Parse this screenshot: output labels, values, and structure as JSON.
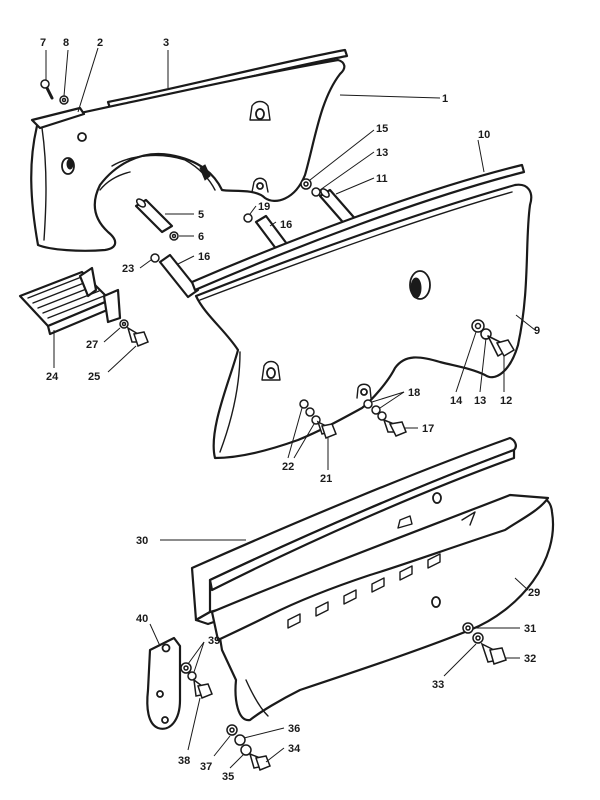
{
  "callouts": [
    {
      "id": "c1",
      "text": "1"
    },
    {
      "id": "c2",
      "text": "2"
    },
    {
      "id": "c3",
      "text": "3"
    },
    {
      "id": "c5",
      "text": "5"
    },
    {
      "id": "c6",
      "text": "6"
    },
    {
      "id": "c7",
      "text": "7"
    },
    {
      "id": "c8",
      "text": "8"
    },
    {
      "id": "c9",
      "text": "9"
    },
    {
      "id": "c10",
      "text": "10"
    },
    {
      "id": "c11",
      "text": "11"
    },
    {
      "id": "c12",
      "text": "12"
    },
    {
      "id": "c13a",
      "text": "13"
    },
    {
      "id": "c13b",
      "text": "13"
    },
    {
      "id": "c14",
      "text": "14"
    },
    {
      "id": "c15",
      "text": "15"
    },
    {
      "id": "c16a",
      "text": "16"
    },
    {
      "id": "c16b",
      "text": "16"
    },
    {
      "id": "c17",
      "text": "17"
    },
    {
      "id": "c18",
      "text": "18"
    },
    {
      "id": "c19",
      "text": "19"
    },
    {
      "id": "c21",
      "text": "21"
    },
    {
      "id": "c22",
      "text": "22"
    },
    {
      "id": "c23",
      "text": "23"
    },
    {
      "id": "c24",
      "text": "24"
    },
    {
      "id": "c25",
      "text": "25"
    },
    {
      "id": "c27",
      "text": "27"
    },
    {
      "id": "c29",
      "text": "29"
    },
    {
      "id": "c30",
      "text": "30"
    },
    {
      "id": "c31",
      "text": "31"
    },
    {
      "id": "c32",
      "text": "32"
    },
    {
      "id": "c33",
      "text": "33"
    },
    {
      "id": "c34",
      "text": "34"
    },
    {
      "id": "c35",
      "text": "35"
    },
    {
      "id": "c36",
      "text": "36"
    },
    {
      "id": "c37",
      "text": "37"
    },
    {
      "id": "c38",
      "text": "38"
    },
    {
      "id": "c39",
      "text": "39"
    },
    {
      "id": "c40",
      "text": "40"
    }
  ]
}
